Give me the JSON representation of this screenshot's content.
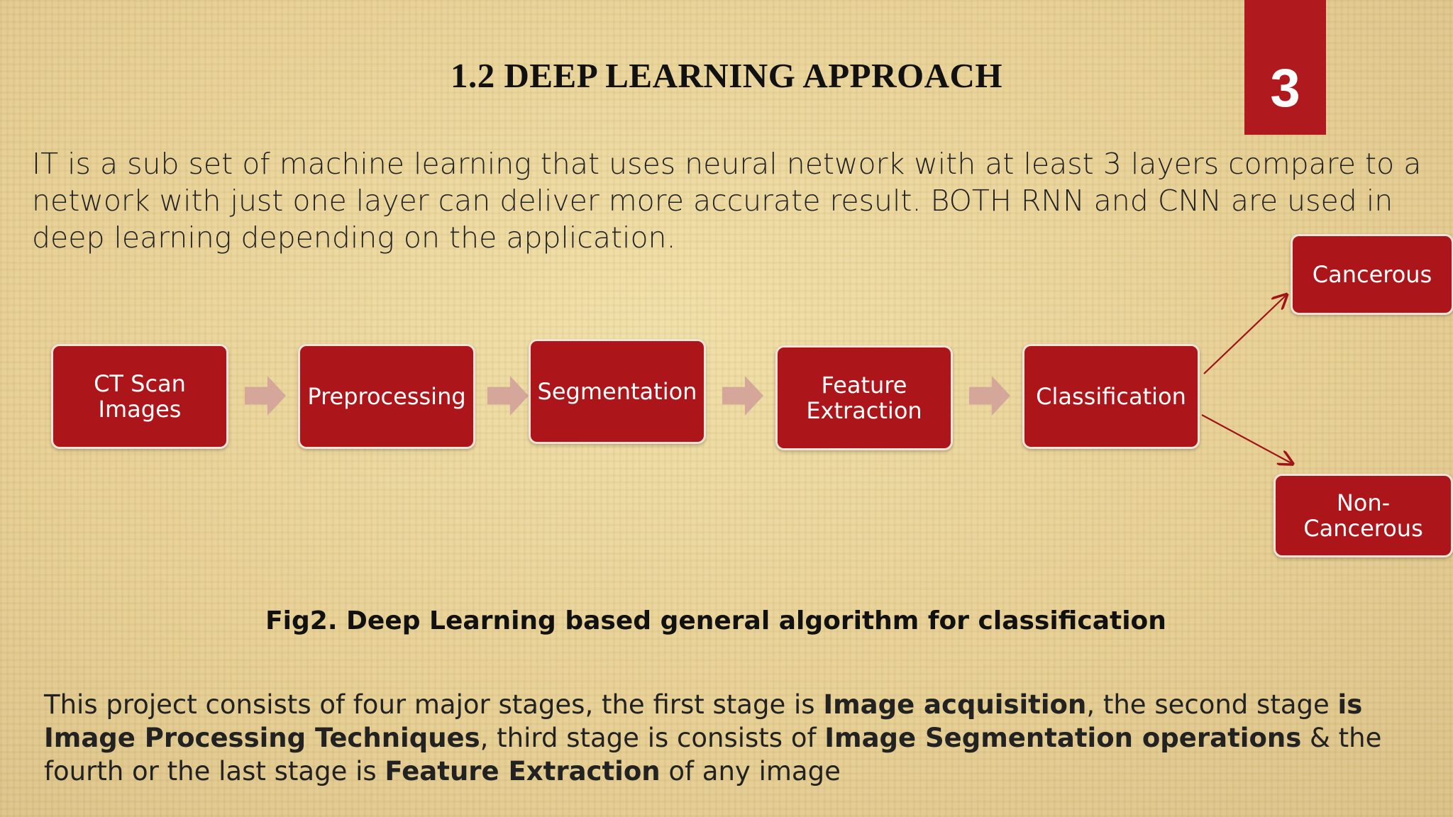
{
  "slide": {
    "title": "1.2 DEEP LEARNING APPROACH",
    "page_number": "3",
    "intro": "IT is a sub set of machine learning that uses neural network with at least 3 layers compare to a network with just one layer can deliver more accurate result. BOTH RNN and CNN are used in deep learning depending on the application.",
    "caption": "Fig2. Deep Learning based general algorithm for classification"
  },
  "diagram": {
    "ct_scan_line1": "CT Scan",
    "ct_scan_line2": "Images",
    "preprocessing": "Preprocessing",
    "segmentation": "Segmentation",
    "feature_line1": "Feature",
    "feature_line2": "Extraction",
    "classification": "Classification",
    "cancerous": "Cancerous",
    "non_cancerous_line1": "Non-",
    "non_cancerous_line2": "Cancerous"
  },
  "summary": {
    "p1": "This project consists of  four major stages, the first stage is ",
    "b1": "Image acquisition",
    "p2": ", the second stage ",
    "b2": "is Image Processing Techniques",
    "p3": ", third stage is consists of ",
    "b3": "Image Segmentation operations",
    "p4": " & the fourth or the last stage is ",
    "b4": "Feature Extraction",
    "p5": " of any image"
  },
  "colors": {
    "accent": "#ac1519",
    "chevron": "#d4a79a",
    "arrow": "#a01418"
  }
}
